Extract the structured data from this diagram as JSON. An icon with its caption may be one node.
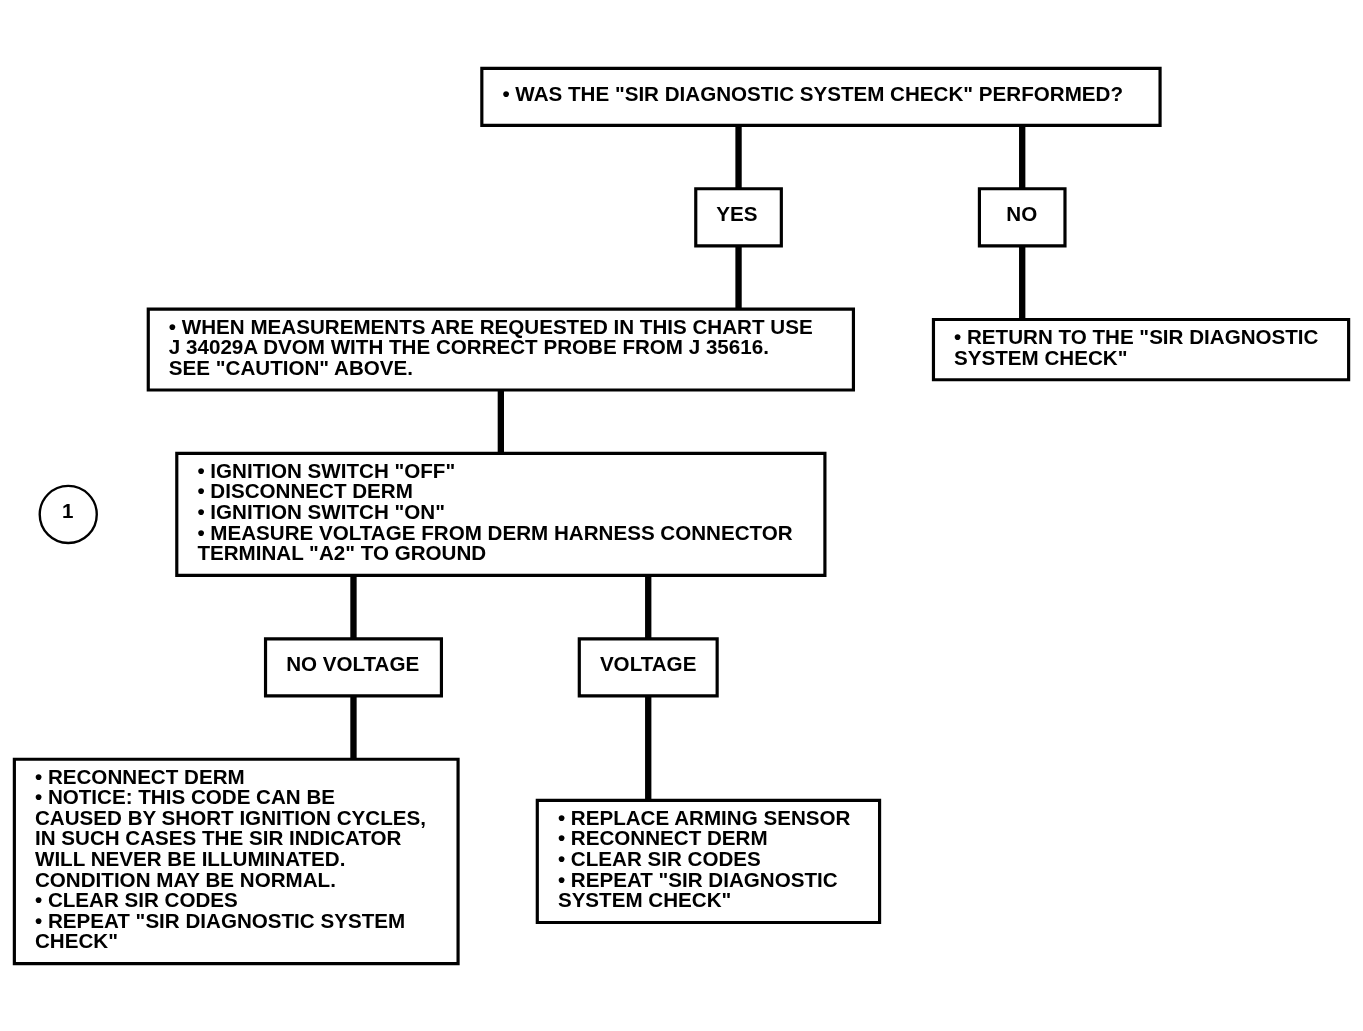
{
  "diagram": {
    "nodes": [
      {
        "text": [
          "• WAS THE \"SIR DIAGNOSTIC SYSTEM CHECK\" PERFORMED?"
        ]
      },
      {
        "text": [
          "YES"
        ]
      },
      {
        "text": [
          "NO"
        ]
      },
      {
        "text": [
          "• WHEN MEASUREMENTS ARE REQUESTED IN THIS CHART USE J 34029A DVOM WITH THE CORRECT PROBE FROM J 35616. SEE \"CAUTION\" ABOVE."
        ]
      },
      {
        "text": [
          "• RETURN TO THE \"SIR DIAGNOSTIC SYSTEM CHECK\""
        ]
      },
      {
        "text": [
          "1"
        ]
      },
      {
        "text": [
          "• IGNITION SWITCH \"OFF\"",
          "• DISCONNECT DERM",
          "• IGNITION SWITCH \"ON\"",
          "• MEASURE VOLTAGE FROM DERM HARNESS CONNECTOR TERMINAL \"A2\" TO GROUND"
        ]
      },
      {
        "text": [
          "NO VOLTAGE"
        ]
      },
      {
        "text": [
          "VOLTAGE"
        ]
      },
      {
        "text": [
          "• RECONNECT DERM",
          "• NOTICE: THIS CODE CAN BE CAUSED BY SHORT IGNITION CYCLES, IN SUCH CASES THE SIR INDICATOR WILL NEVER BE ILLUMINATED. CONDITION MAY BE NORMAL.",
          "• CLEAR SIR CODES",
          "• REPEAT \"SIR DIAGNOSTIC SYSTEM CHECK\""
        ]
      },
      {
        "text": [
          "• REPLACE ARMING SENSOR",
          "• RECONNECT DERM",
          "• CLEAR SIR CODES",
          "• REPEAT \"SIR DIAGNOSTIC SYSTEM CHECK\""
        ]
      }
    ],
    "edges": [
      {
        "from": 0,
        "to": 1,
        "arrow": "none"
      },
      {
        "from": 0,
        "to": 2,
        "arrow": "none"
      },
      {
        "from": 1,
        "to": 3,
        "arrow": "none"
      },
      {
        "from": 2,
        "to": 4,
        "arrow": "none"
      },
      {
        "from": 3,
        "to": 6,
        "arrow": "none"
      },
      {
        "from": 6,
        "to": 7,
        "arrow": "none"
      },
      {
        "from": 6,
        "to": 8,
        "arrow": "none"
      },
      {
        "from": 7,
        "to": 9,
        "arrow": "none"
      },
      {
        "from": 8,
        "to": 10,
        "arrow": "none"
      }
    ]
  }
}
